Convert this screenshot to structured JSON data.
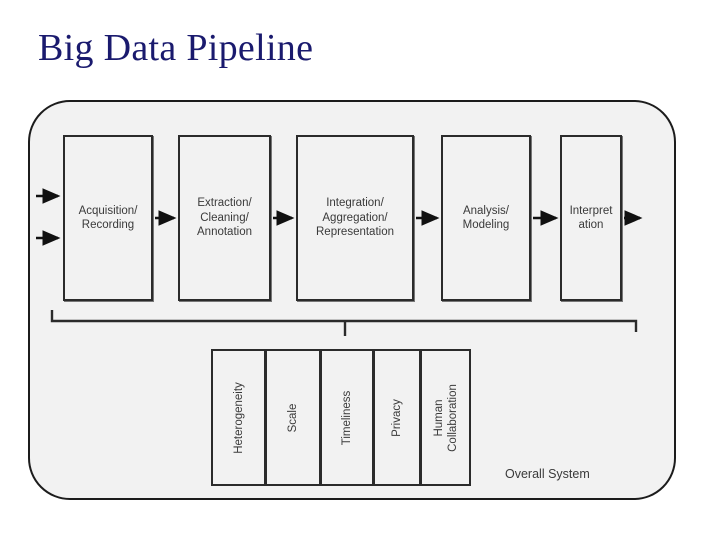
{
  "slide": {
    "title": "Big Data Pipeline",
    "title_color": "#1a1a6e"
  },
  "diagram": {
    "frame_fill": "#f2f2f2",
    "stroke_color": "#1c1c1c",
    "caption": "Overall System",
    "stages": [
      {
        "id": "acquisition-recording",
        "label": "Acquisition/\nRecording"
      },
      {
        "id": "extraction-cleaning-annotation",
        "label": "Extraction/\nCleaning/\nAnnotation"
      },
      {
        "id": "integration-aggregation-representation",
        "label": "Integration/\nAggregation/\nRepresentation"
      },
      {
        "id": "analysis-modeling",
        "label": "Analysis/\nModeling"
      },
      {
        "id": "interpretation",
        "label": "Interpret\nation"
      }
    ],
    "concerns": [
      {
        "id": "heterogeneity",
        "label": "Heterogeneity"
      },
      {
        "id": "scale",
        "label": "Scale"
      },
      {
        "id": "timeliness",
        "label": "Timeliness"
      },
      {
        "id": "privacy",
        "label": "Privacy"
      },
      {
        "id": "human-collaboration",
        "label": "Human\nCollaboration"
      }
    ],
    "connectors": {
      "input_arrow_count": 2,
      "between_stage_arrow_count": 4,
      "output_arrow_count": 1,
      "brace": "spans all five stages and points down to the concerns row"
    },
    "icons": {
      "input_arrow": "arrow-right-icon",
      "flow_arrow": "arrow-right-icon",
      "output_arrow": "arrow-right-icon",
      "brace": "down-brace-icon"
    }
  }
}
